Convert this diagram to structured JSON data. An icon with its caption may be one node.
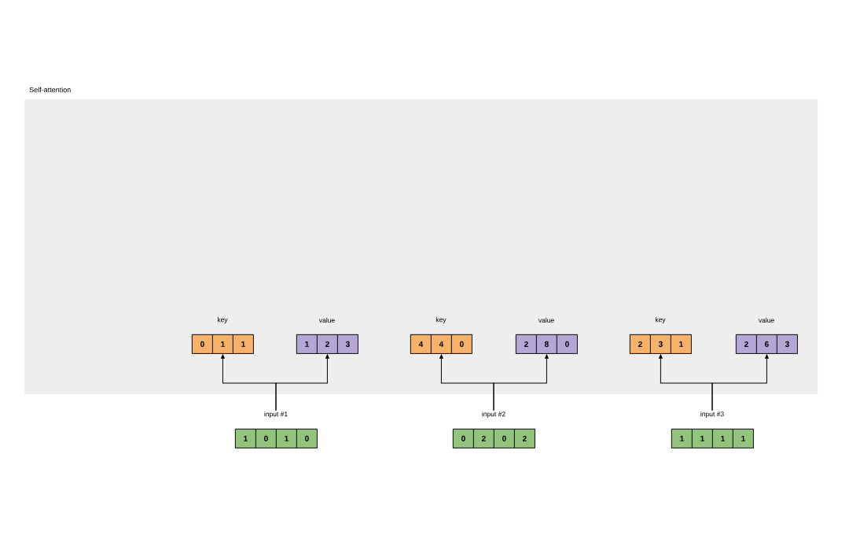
{
  "diagram": {
    "nodes": [
      {
        "text": [
          "Self-attention"
        ]
      },
      {
        "text": [
          "key"
        ],
        "in": 0
      },
      {
        "text": [
          "0"
        ],
        "in": 1
      },
      {
        "text": [
          "1"
        ],
        "in": 1
      },
      {
        "text": [
          "1"
        ],
        "in": 1
      },
      {
        "text": [
          "value"
        ],
        "in": 0
      },
      {
        "text": [
          "1"
        ],
        "in": 5
      },
      {
        "text": [
          "2"
        ],
        "in": 5
      },
      {
        "text": [
          "3"
        ],
        "in": 5
      },
      {
        "text": [
          "key"
        ],
        "in": 0
      },
      {
        "text": [
          "4"
        ],
        "in": 9
      },
      {
        "text": [
          "4"
        ],
        "in": 9
      },
      {
        "text": [
          "0"
        ],
        "in": 9
      },
      {
        "text": [
          "value"
        ],
        "in": 0
      },
      {
        "text": [
          "2"
        ],
        "in": 13
      },
      {
        "text": [
          "8"
        ],
        "in": 13
      },
      {
        "text": [
          "0"
        ],
        "in": 13
      },
      {
        "text": [
          "key"
        ],
        "in": 0
      },
      {
        "text": [
          "2"
        ],
        "in": 17
      },
      {
        "text": [
          "3"
        ],
        "in": 17
      },
      {
        "text": [
          "1"
        ],
        "in": 17
      },
      {
        "text": [
          "value"
        ],
        "in": 0
      },
      {
        "text": [
          "2"
        ],
        "in": 21
      },
      {
        "text": [
          "6"
        ],
        "in": 21
      },
      {
        "text": [
          "3"
        ],
        "in": 21
      },
      {
        "text": [
          "input #1"
        ]
      },
      {
        "text": [
          "1"
        ],
        "in": 25
      },
      {
        "text": [
          "0"
        ],
        "in": 25
      },
      {
        "text": [
          "1"
        ],
        "in": 25
      },
      {
        "text": [
          "0"
        ],
        "in": 25
      },
      {
        "text": [
          "input #2"
        ]
      },
      {
        "text": [
          "0"
        ],
        "in": 30
      },
      {
        "text": [
          "2"
        ],
        "in": 30
      },
      {
        "text": [
          "0"
        ],
        "in": 30
      },
      {
        "text": [
          "2"
        ],
        "in": 30
      },
      {
        "text": [
          "input #3"
        ]
      },
      {
        "text": [
          "1"
        ],
        "in": 35
      },
      {
        "text": [
          "1"
        ],
        "in": 35
      },
      {
        "text": [
          "1"
        ],
        "in": 35
      },
      {
        "text": [
          "1"
        ],
        "in": 35
      }
    ],
    "edges": [
      {
        "from": 25,
        "to": 1,
        "arrow": "to"
      },
      {
        "from": 25,
        "to": 5,
        "arrow": "to"
      },
      {
        "from": 30,
        "to": 9,
        "arrow": "to"
      },
      {
        "from": 30,
        "to": 13,
        "arrow": "to"
      },
      {
        "from": 35,
        "to": 17,
        "arrow": "to"
      },
      {
        "from": 35,
        "to": 21,
        "arrow": "to"
      }
    ]
  }
}
